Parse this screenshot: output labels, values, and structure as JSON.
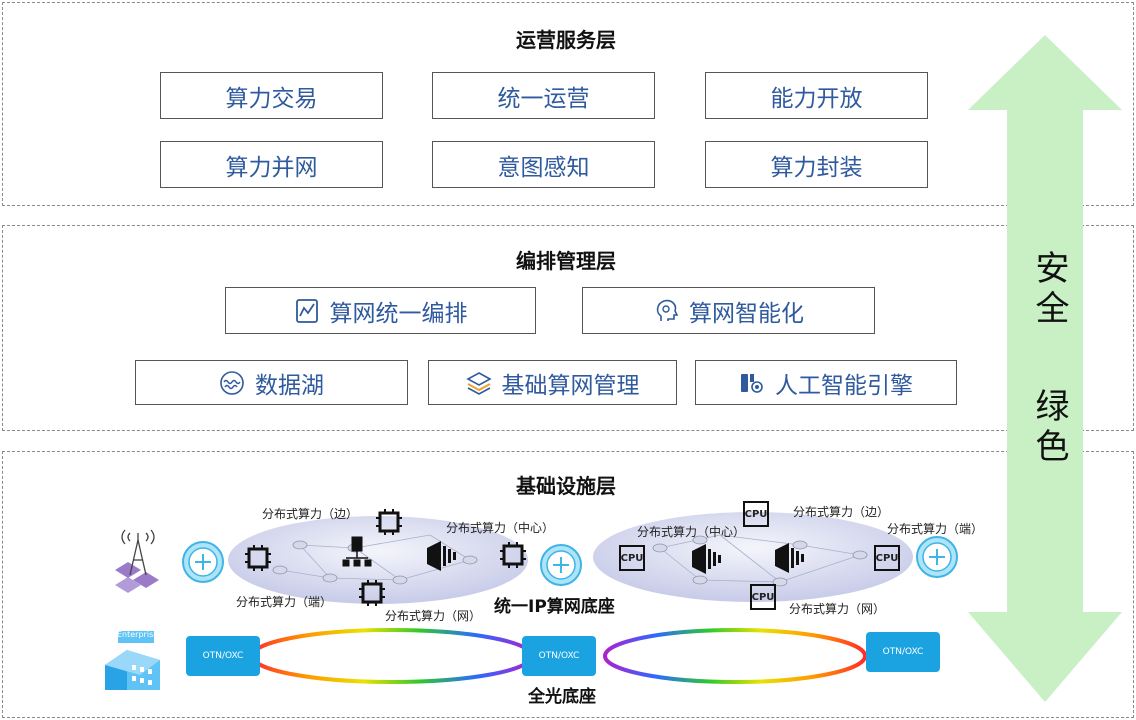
{
  "service_layer": {
    "title": "运营服务层",
    "items": [
      "算力交易",
      "统一运营",
      "能力开放",
      "算力并网",
      "意图感知",
      "算力封装"
    ]
  },
  "orchestration_layer": {
    "title": "编排管理层",
    "items": [
      "算网统一编排",
      "算网智能化",
      "数据湖",
      "基础算网管理",
      "人工智能引擎"
    ]
  },
  "infra_layer": {
    "title": "基础设施层",
    "compute_labels": {
      "left_edge": "分布式算力（边）",
      "left_center": "分布式算力（中心）",
      "left_end": "分布式算力（端）",
      "left_net": "分布式算力（网）",
      "right_center": "分布式算力（中心）",
      "right_edge": "分布式算力（边）",
      "right_end": "分布式算力（端）",
      "right_net": "分布式算力（网）"
    },
    "ip_base_label": "统一IP算网底座",
    "optical_base_label": "全光底座",
    "otn_label": "OTN/OXC",
    "cpu_label": "CPU",
    "enterprise_label": "Enterprise"
  },
  "side_arrow": {
    "line1": "安全",
    "line2": "绿色",
    "color": "#c8f0c4"
  }
}
